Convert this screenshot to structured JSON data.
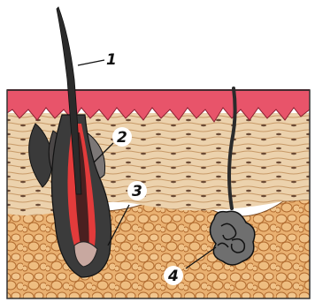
{
  "labels": {
    "l1": "1",
    "l2": "2",
    "l3": "3",
    "l4": "4"
  },
  "colors": {
    "epidermis": "#e8546a",
    "dermis": "#e9cfa9",
    "hypodermis": "#e3a56a",
    "hair": "#2b2b2b",
    "gland_sebaceous": "#7c7776",
    "gland_sweat": "#6f6f6f",
    "root_red": "#e33b3b"
  }
}
